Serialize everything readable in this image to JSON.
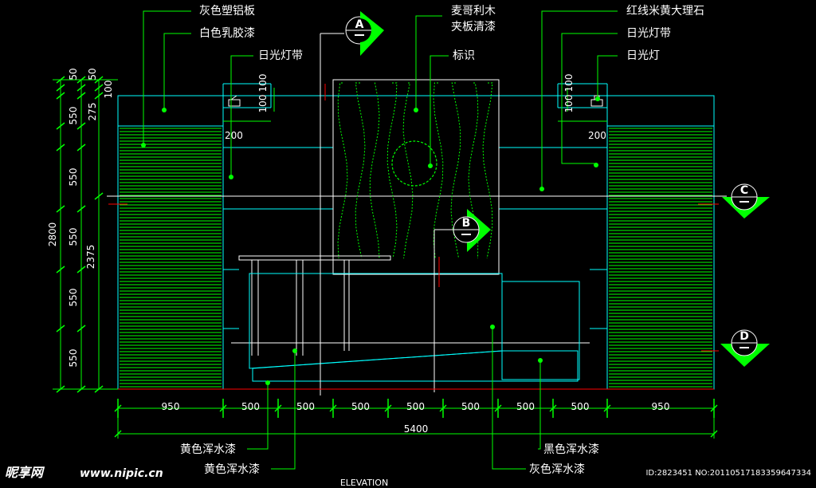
{
  "title": "ELEVATION",
  "labels": {
    "gray_aluminum_panel": "灰色塑铝板",
    "white_latex_paint": "白色乳胶漆",
    "daylight_strip_left": "日光灯带",
    "makore_wood": "麦哥利木",
    "veneer_clear_paint": "夹板清漆",
    "logo": "标识",
    "red_beige_marble": "红线米黄大理石",
    "daylight_strip_right": "日光灯带",
    "daylight_lamp": "日光灯",
    "yellow_paint_1": "黄色浑水漆",
    "yellow_paint_2": "黄色浑水漆",
    "black_paint": "黑色浑水漆",
    "gray_paint": "灰色浑水漆"
  },
  "section_marks": {
    "a": "A",
    "b": "B",
    "c": "C",
    "d": "D"
  },
  "dims_left_outer": [
    "50",
    "550",
    "550",
    "550",
    "550",
    "550"
  ],
  "dims_left_inner": [
    "50",
    "275"
  ],
  "dim_top_100": "100",
  "dim_total_height": "2800",
  "dim_2375": "2375",
  "dims_top_local": {
    "left_100a": "100",
    "left_100b": "100",
    "right_100a": "100",
    "right_100b": "100"
  },
  "dims_200": {
    "left": "200",
    "right": "200"
  },
  "dims_bottom": [
    "950",
    "500",
    "500",
    "500",
    "500",
    "500",
    "500",
    "500",
    "950"
  ],
  "dim_total_width": "5400",
  "watermark": {
    "brand": "昵享网",
    "url": "www.nipic.cn"
  },
  "image_id": "ID:2823451 NO:20110517183359647334",
  "colors": {
    "green": "#00ff00",
    "cyan": "#00ffff",
    "white": "#ffffff",
    "red": "#ff0000",
    "bg": "#000000"
  }
}
